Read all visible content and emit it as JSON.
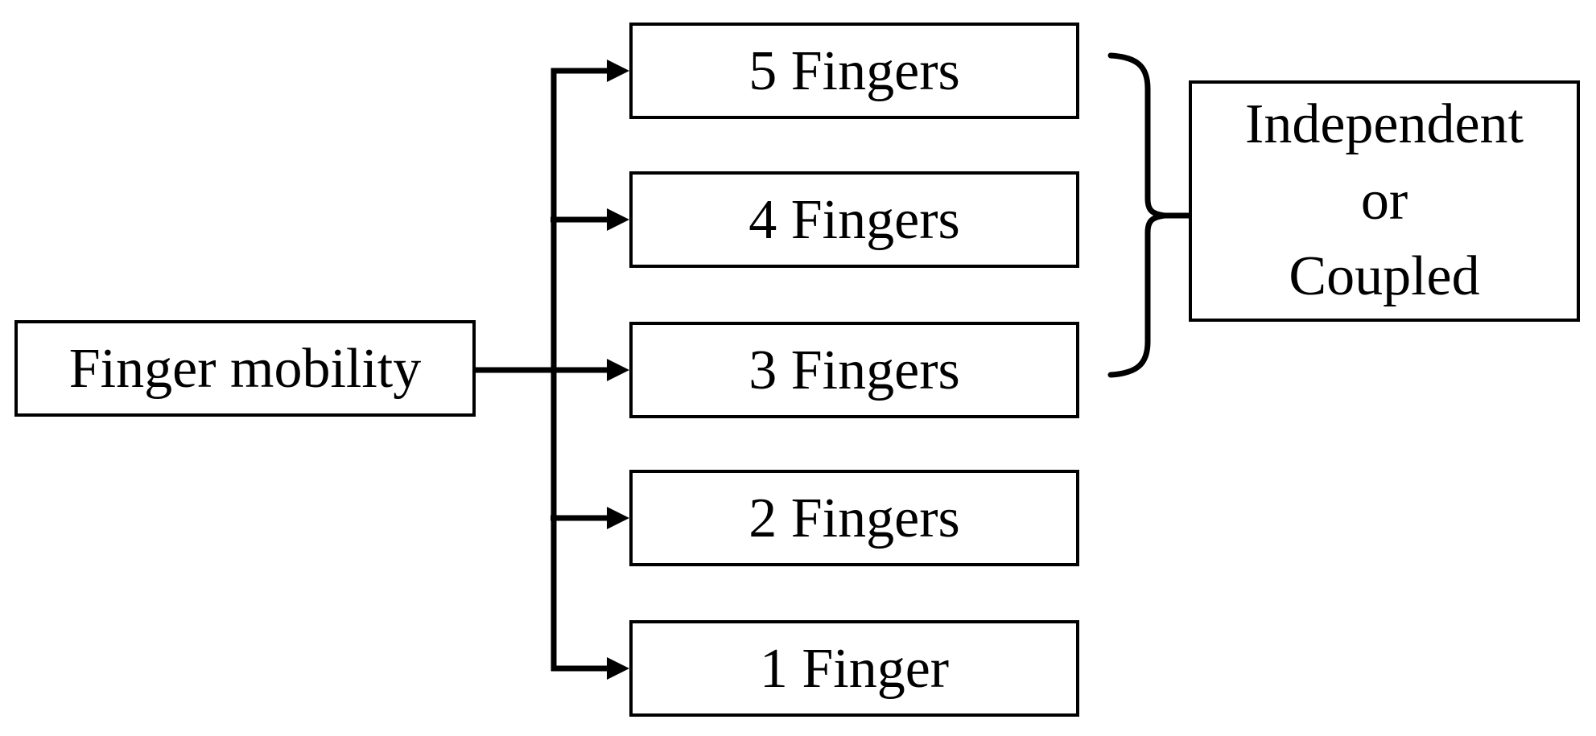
{
  "diagram": {
    "root": {
      "label": "Finger mobility"
    },
    "options": [
      {
        "label": "5 Fingers"
      },
      {
        "label": "4 Fingers"
      },
      {
        "label": "3 Fingers"
      },
      {
        "label": "2 Fingers"
      },
      {
        "label": "1 Finger"
      }
    ],
    "outcome": {
      "lines": [
        "Independent",
        "or",
        "Coupled"
      ]
    },
    "colors": {
      "line": "#000000",
      "text": "#000000",
      "background": "#ffffff"
    }
  }
}
